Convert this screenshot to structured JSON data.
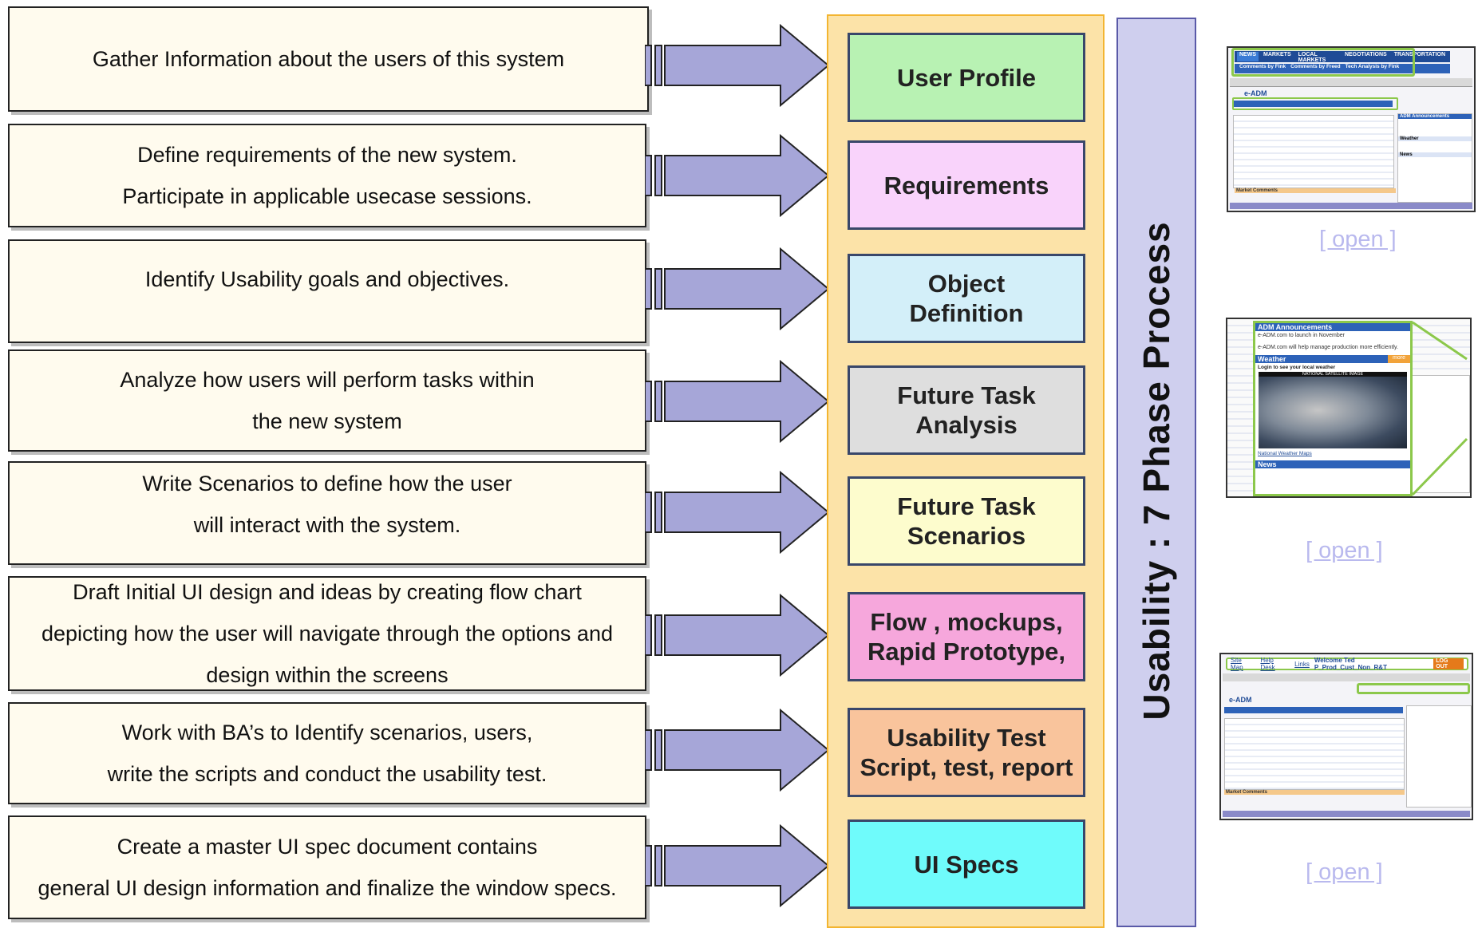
{
  "steps": [
    {
      "desc": [
        "Gather Information about the users of this system"
      ],
      "phase": [
        "User  Profile"
      ],
      "color": "#b8f2b3"
    },
    {
      "desc": [
        "Define requirements of the new system.",
        "Participate in applicable usecase sessions."
      ],
      "phase": [
        "Requirements"
      ],
      "color": "#f9d3fb"
    },
    {
      "desc": [
        "Identify Usability goals and objectives."
      ],
      "phase": [
        "Object",
        "Definition"
      ],
      "color": "#d3eff9"
    },
    {
      "desc": [
        "Analyze how users will perform tasks within",
        "the new system"
      ],
      "phase": [
        "Future Task",
        "Analysis"
      ],
      "color": "#dedede"
    },
    {
      "desc": [
        "Write Scenarios to define how the user",
        "will interact with the system."
      ],
      "phase": [
        "Future Task",
        "Scenarios"
      ],
      "color": "#fdfccd"
    },
    {
      "desc": [
        "Draft Initial UI design and ideas by creating flow chart",
        "depicting how the user will navigate through the options and",
        "design within the screens"
      ],
      "phase": [
        "Flow , mockups,",
        "Rapid Prototype,"
      ],
      "color": "#f6a7dc"
    },
    {
      "desc": [
        "Work with BA’s to Identify scenarios, users,",
        "write the scripts and conduct the usability test."
      ],
      "phase": [
        "Usability Test",
        "Script, test, report"
      ],
      "color": "#f9c49c"
    },
    {
      "desc": [
        "Create a master UI spec document contains",
        "general UI design information and finalize the window specs."
      ],
      "phase": [
        "UI Specs"
      ],
      "color": "#6ffbfb"
    }
  ],
  "banner": {
    "title": "Usability : 7 Phase Process"
  },
  "open_links": [
    "[ open ]",
    "[ open ]",
    "[ open ]"
  ],
  "thumbnails": {
    "thumb1": {
      "tabs": [
        "NEWS",
        "MARKETS",
        "LOCAL MARKETS",
        "NEGOTIATIONS",
        "TRANSPORTATION"
      ],
      "subtabs": [
        "Comments by Fink",
        "Comments by Freed",
        "Tech Analysis by Fink"
      ],
      "logo": "e-ADM",
      "sidebar_title": "ADM Announcements",
      "sidebar_items": [
        "Weather",
        "News"
      ],
      "section": "Market Comments"
    },
    "thumb2": {
      "announcement_title": "ADM Announcements",
      "announcement_lines": [
        "e-ADM.com to launch in November",
        "e-ADM.com will help manage production more efficiently."
      ],
      "weather_title": "Weather",
      "weather_more": "more",
      "weather_login": "Login to see your local weather",
      "map_caption": "NATIONAL SATELLITE IMAGE",
      "map_link": "National Weather Maps",
      "news_title": "News"
    },
    "thumb3": {
      "links": [
        "Site Map",
        "Help Desk",
        "Links"
      ],
      "welcome": "Welcome Ted P_Prod_Cust_Non_R&T",
      "logout": "LOG OUT",
      "logo": "e-ADM",
      "section": "Market Comments"
    }
  }
}
